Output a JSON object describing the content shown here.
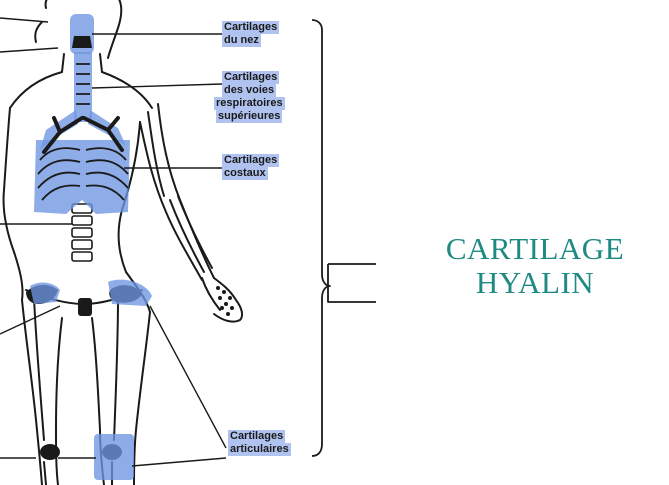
{
  "heading": {
    "line1": "CARTILAGE",
    "line2": "HYALIN"
  },
  "labels": {
    "nez": [
      "Cartilages",
      "du nez"
    ],
    "voies": [
      "Cartilages",
      "des voies",
      "respiratoires",
      "supérieures"
    ],
    "costaux": [
      "Cartilages",
      "costaux"
    ],
    "articulaires": [
      "Cartilages",
      "articulaires"
    ]
  },
  "colors": {
    "heading": "#1f8a82",
    "highlight": "#96afeb",
    "ink": "#1a1a1a"
  }
}
